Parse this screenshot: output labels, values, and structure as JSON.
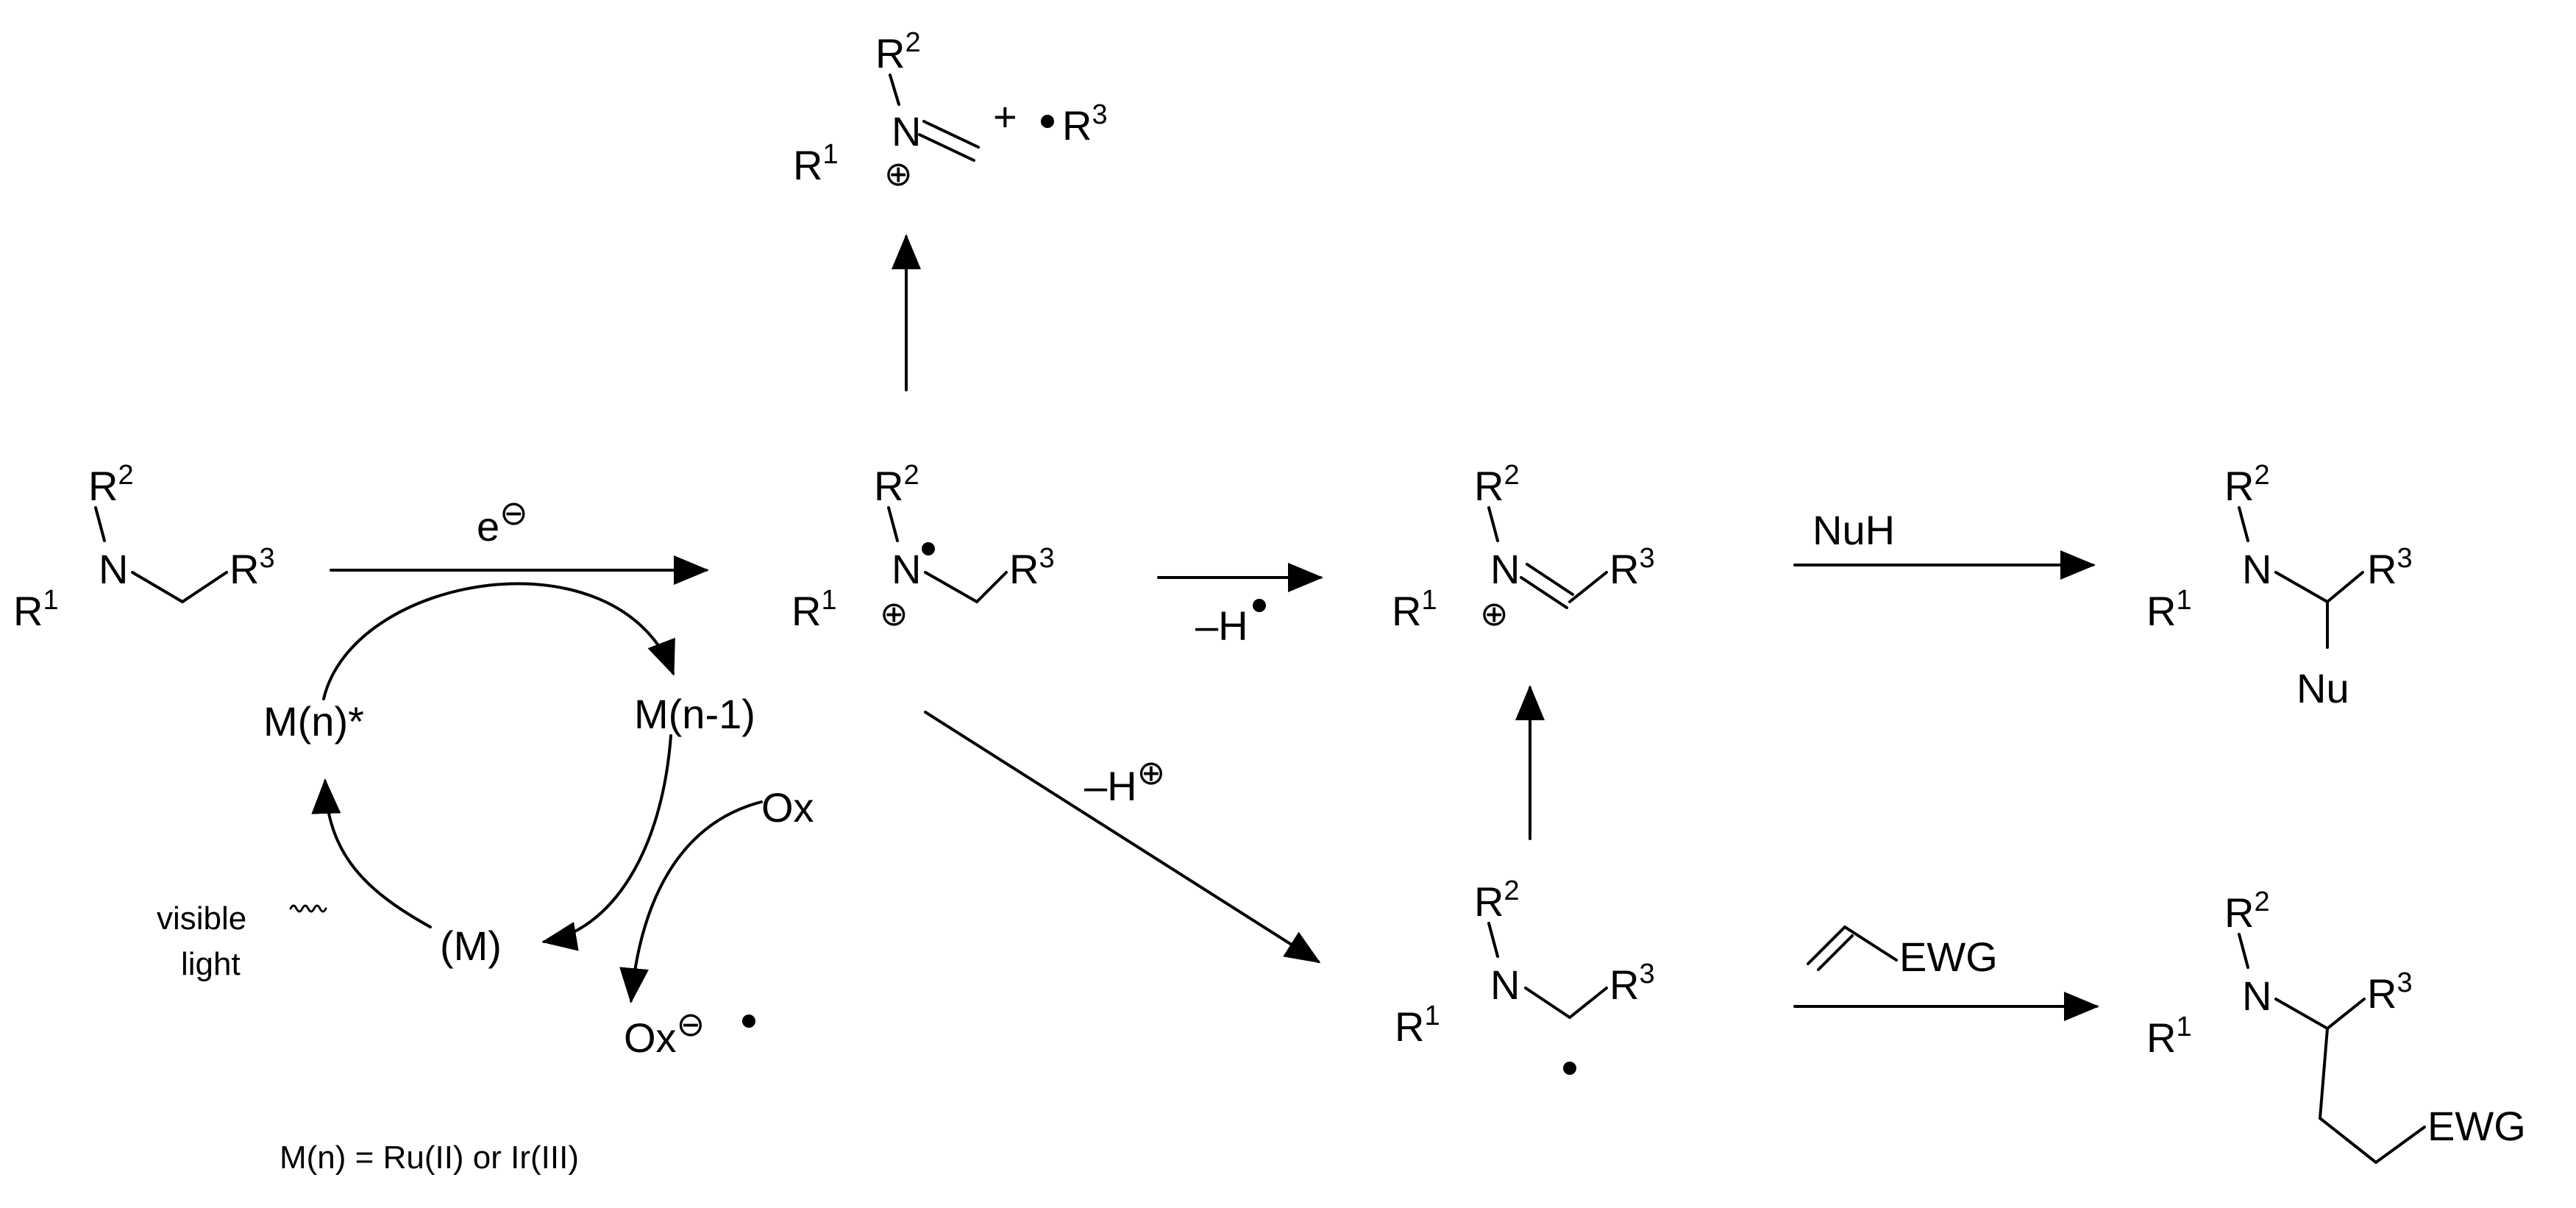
{
  "atoms": {
    "r1": "R",
    "r1_sup": "1",
    "r2": "R",
    "r2_sup": "2",
    "r3": "R",
    "r3_sup": "3",
    "n": "N",
    "plus": "+",
    "nu": "Nu",
    "ewg": "EWG"
  },
  "reagents": {
    "electron": "e",
    "minus_h_radical": "–H",
    "minus_h_cation": "–H",
    "nuh": "NuH",
    "ewg_reagent": "EWG"
  },
  "cycle": {
    "mn_star": "M(n)*",
    "mn_minus1": "M(n-1)",
    "m": "(M)",
    "ox": "Ox",
    "ox_reduced": "Ox",
    "light_line1": "visible",
    "light_line2": "light"
  },
  "symbols": {
    "circled_plus": "⊕",
    "circled_minus": "⊖"
  },
  "footnote": "M(n) = Ru(II) or Ir(III)"
}
